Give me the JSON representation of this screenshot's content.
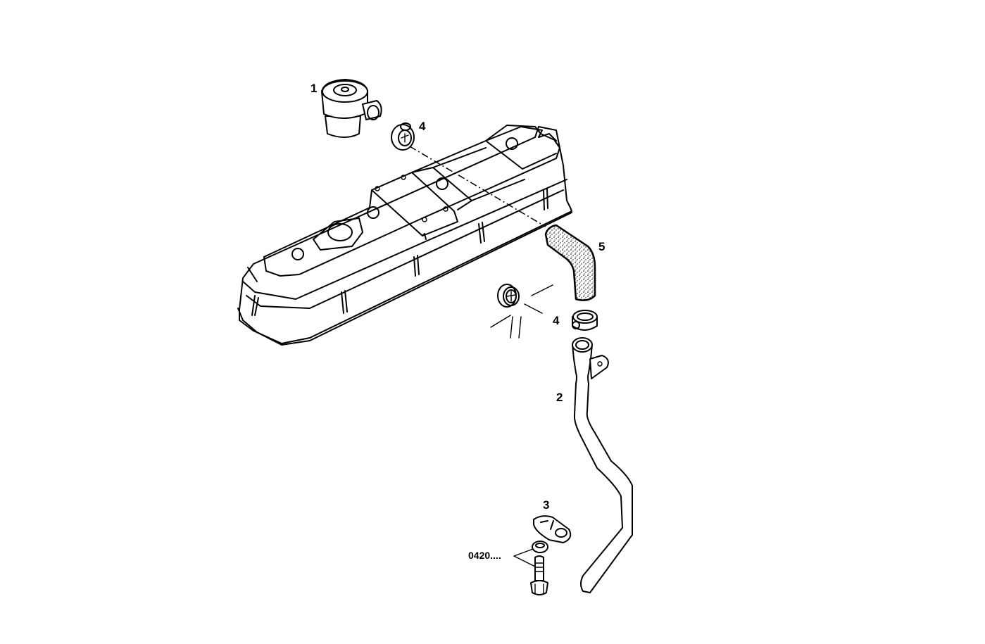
{
  "diagram": {
    "type": "exploded-parts-view",
    "background": "#ffffff",
    "line_color": "#000000",
    "callouts": [
      {
        "id": "1",
        "label": "1",
        "part": "breather-cap"
      },
      {
        "id": "4a",
        "label": "4",
        "part": "hose-clamp-top"
      },
      {
        "id": "5",
        "label": "5",
        "part": "rubber-hose"
      },
      {
        "id": "4b",
        "label": "4",
        "part": "hose-clamp-middle"
      },
      {
        "id": "2",
        "label": "2",
        "part": "dipstick-tube"
      },
      {
        "id": "3",
        "label": "3",
        "part": "retaining-clip"
      },
      {
        "id": "0420",
        "label": "0420....",
        "part": "bolt-and-washer"
      }
    ],
    "parts": [
      "valve-cover",
      "breather-cap",
      "hose-clamp",
      "rubber-hose",
      "grommet",
      "dipstick-tube",
      "retaining-clip",
      "washer",
      "bolt"
    ]
  }
}
